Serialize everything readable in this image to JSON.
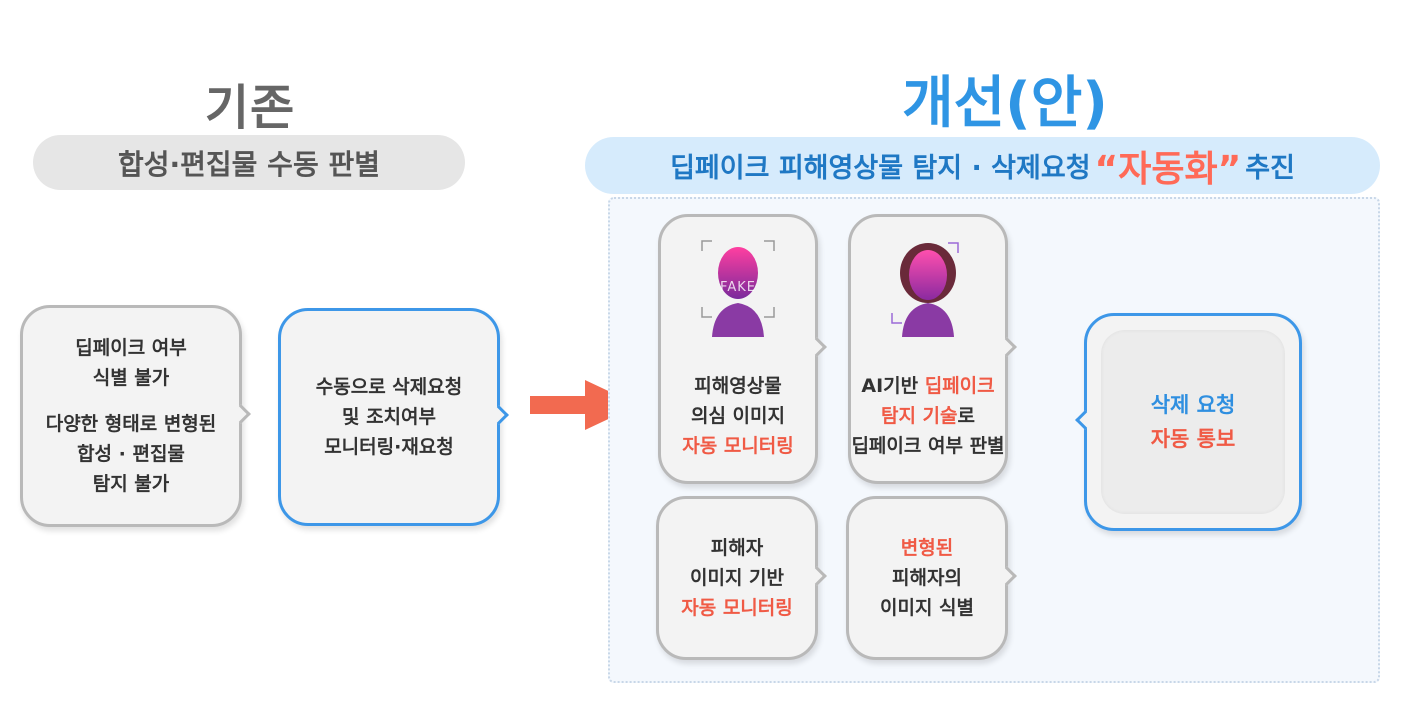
{
  "left": {
    "title": "기존",
    "subtitle": "합성·편집물 수동 판별",
    "box1": {
      "line1": "딥페이크 여부",
      "line2": "식별 불가",
      "line3": "다양한 형태로 변형된",
      "line4": "합성 · 편집물",
      "line5": "탐지 불가"
    },
    "box2": {
      "line1": "수동으로 삭제요청",
      "line2": "및 조치여부",
      "line3": "모니터링·재요청"
    }
  },
  "right": {
    "title": "개선(안)",
    "subtitle_pre": "딥페이크 피해영상물 탐지 · 삭제요청",
    "subtitle_highlight": "“자동화”",
    "subtitle_post": "추진",
    "card1": {
      "fake_label": "FAKE",
      "line1": "피해영상물",
      "line2": "의심 이미지",
      "line3": "자동 모니터링"
    },
    "card2": {
      "line1a": "AI기반",
      "line1b": "딥페이크",
      "line2a": "탐지 기술",
      "line2b": "로",
      "line3": "딥페이크 여부 판별"
    },
    "card3": {
      "line1": "피해자",
      "line2": "이미지 기반",
      "line3": "자동 모니터링"
    },
    "card4": {
      "line1": "변형된",
      "line2": "피해자의",
      "line3": "이미지 식별"
    },
    "result": {
      "line1": "삭제 요청",
      "line2": "자동 통보"
    }
  },
  "colors": {
    "accent_blue": "#2f95e4",
    "accent_red": "#f05a45",
    "arrow": "#f26a50",
    "gray_border": "#b9b9b9"
  }
}
